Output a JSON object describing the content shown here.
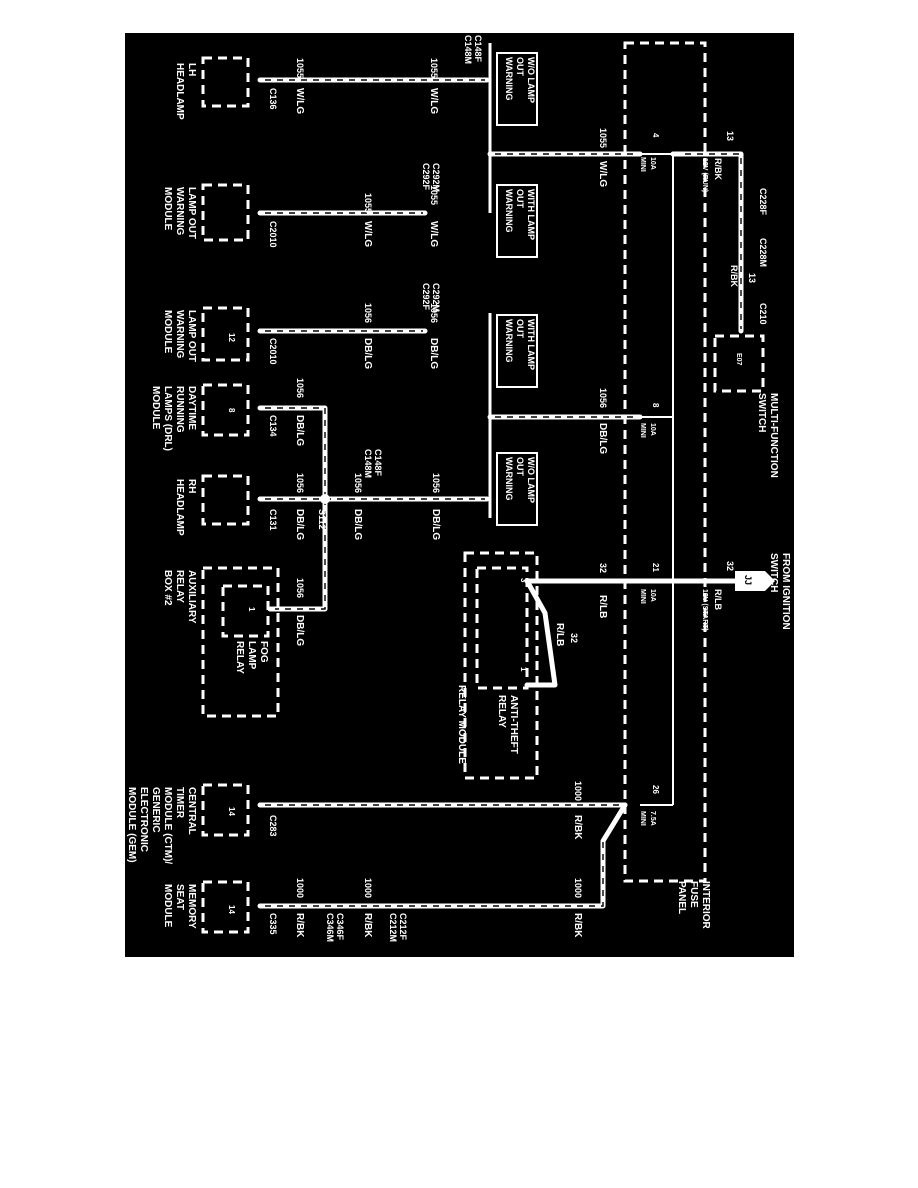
{
  "colors": {
    "background": "#000000",
    "ink": "#ffffff",
    "page": "#ffffff"
  },
  "components": {
    "interior_fuse_panel": [
      "INTERIOR",
      "FUSE",
      "PANEL"
    ],
    "multi_function_switch": [
      "MULTI-FUNCTION",
      "SWITCH"
    ],
    "from_ignition_switch": [
      "FROM IGNITION",
      "SWITCH"
    ],
    "relay_module": "RELAY MODULE",
    "anti_theft_relay": [
      "ANTI-THEFT",
      "RELAY"
    ],
    "lh_headlamp": [
      "LH",
      "HEADLAMP"
    ],
    "lamp_out_module_a": [
      "LAMP OUT",
      "WARNING",
      "MODULE"
    ],
    "lamp_out_module_b": [
      "LAMP OUT",
      "WARNING",
      "MODULE"
    ],
    "drl_module": [
      "DAYTIME",
      "RUNNING",
      "LAMPS (DRL)",
      "MODULE"
    ],
    "rh_headlamp": [
      "RH",
      "HEADLAMP"
    ],
    "aux_relay_box": [
      "AUXILIARY",
      "RELAY",
      "BOX #2"
    ],
    "fog_lamp_relay": [
      "FOG",
      "LAMP",
      "RELAY"
    ],
    "ctm_gem": [
      "CENTRAL",
      "TIMER",
      "MODULE (CTM)/",
      "GENERIC",
      "ELECTRONIC",
      "MODULE (GEM)"
    ],
    "memory_seat": [
      "MEMORY",
      "SEAT",
      "MODULE"
    ]
  },
  "options": {
    "wo_lamp_out_1": [
      "W/O LAMP",
      "OUT",
      "WARNING"
    ],
    "with_lamp_out_1": [
      "WITH LAMP",
      "OUT",
      "WARNING"
    ],
    "with_lamp_out_2": [
      "WITH LAMP",
      "OUT",
      "WARNING"
    ],
    "wo_lamp_out_2": [
      "W/O LAMP",
      "OUT",
      "WARNING"
    ]
  },
  "fuses": {
    "fuse4": {
      "pin": "4",
      "rating": "10A",
      "type": "MINI"
    },
    "fuse8": {
      "pin": "8",
      "rating": "10A",
      "type": "MINI"
    },
    "fuse21": {
      "pin": "21",
      "rating": "10A",
      "type": "MINI"
    },
    "fuse26": {
      "pin": "26",
      "rating": "7.5A",
      "type": "MINI"
    }
  },
  "feeds": {
    "run": {
      "circuit": "13",
      "color": "R/BK",
      "note": "12V (RUN)"
    },
    "start": {
      "circuit": "32",
      "color": "R/LB",
      "note": "12V (START)"
    }
  },
  "connectors": {
    "c228": [
      "C228F",
      "C228M"
    ],
    "c210": "C210",
    "c148_top": [
      "C148F",
      "C148M"
    ],
    "c292_a": [
      "C292M",
      "C292F"
    ],
    "c292_b": [
      "C292M",
      "C292F"
    ],
    "c148_bottom": [
      "C148F",
      "C148M"
    ],
    "c136": "C136",
    "c2010_a": "C2010",
    "c2010_b": "C2010",
    "c134": "C134",
    "c131": "C131",
    "c283": "C283",
    "c212": [
      "C212F",
      "C212M"
    ],
    "c346": [
      "C346F",
      "C346M"
    ],
    "c335": "C335",
    "s112": "S112",
    "jj": "JJ"
  },
  "pins": {
    "mfs": "E07",
    "lom_b": "12",
    "drl": "8",
    "relay_3": "3",
    "relay_1": "1",
    "fog": "1",
    "ctm": "14",
    "mem": "14"
  },
  "wires": {
    "w1055": {
      "circuit": "1055",
      "color": "W/LG"
    },
    "w1056": {
      "circuit": "1056",
      "color": "DB/LG"
    },
    "w32": {
      "circuit": "32",
      "color": "R/LB"
    },
    "w13": {
      "circuit": "13",
      "color": "R/BK"
    },
    "w1000": {
      "circuit": "1000",
      "color": "R/BK"
    }
  }
}
